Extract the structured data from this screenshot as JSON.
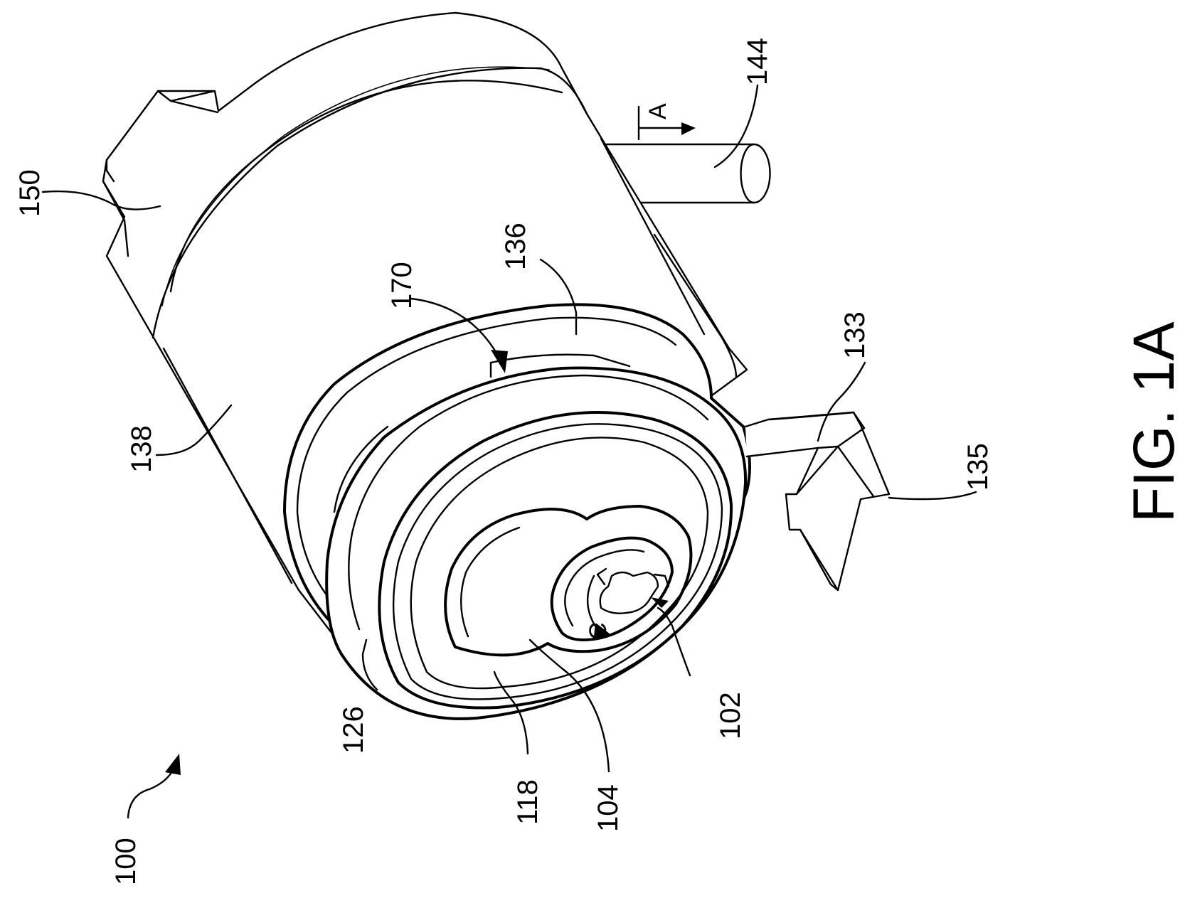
{
  "figure": {
    "caption": "FIG. 1A"
  },
  "reference_numerals": {
    "assembly": "100",
    "keyway": "102",
    "plug_face": "104",
    "face_ring": "118",
    "front_rim": "126",
    "tab": "133",
    "tab_end": "135",
    "collar": "136",
    "housing_body": "138",
    "tailpiece": "144",
    "rear_flange": "150",
    "recess": "170"
  },
  "markers": {
    "section_label": "A",
    "rotation_label": "C"
  }
}
